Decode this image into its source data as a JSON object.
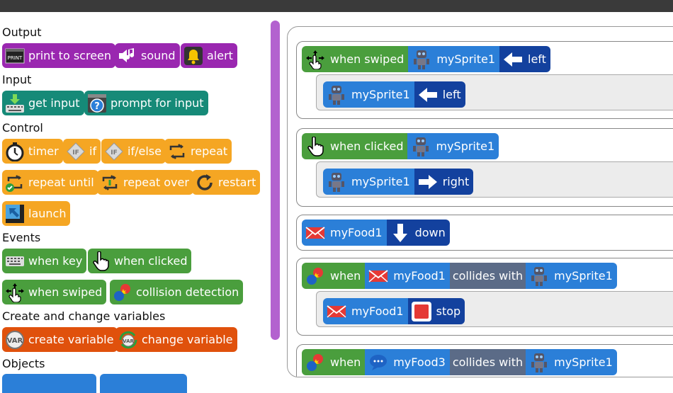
{
  "palette": {
    "categories": {
      "output": "Output",
      "input": "Input",
      "control": "Control",
      "events": "Events",
      "variables": "Create and change variables",
      "objects": "Objects"
    },
    "output": {
      "print": "print to screen",
      "sound": "sound",
      "alert": "alert"
    },
    "input": {
      "get_input": "get input",
      "prompt": "prompt for input"
    },
    "control": {
      "timer": "timer",
      "if": "if",
      "ifelse": "if/else",
      "repeat": "repeat",
      "repeat_until": "repeat until",
      "repeat_over": "repeat over",
      "restart": "restart",
      "launch": "launch"
    },
    "events": {
      "when_key": "when key",
      "when_clicked": "when clicked",
      "when_swiped": "when swiped",
      "collision": "collision detection"
    },
    "variables": {
      "create": "create variable",
      "change": "change variable"
    }
  },
  "scripts": {
    "s1": {
      "event": "when swiped",
      "sprite": "mySprite1",
      "dir": "left",
      "inner_sprite": "mySprite1",
      "inner_dir": "left"
    },
    "s2": {
      "event": "when clicked",
      "sprite": "mySprite1",
      "inner_sprite": "mySprite1",
      "inner_dir": "right"
    },
    "s3": {
      "sprite": "myFood1",
      "dir": "down"
    },
    "s4": {
      "event": "when",
      "obj": "myFood1",
      "collides": "collides with",
      "target": "mySprite1",
      "inner_obj": "myFood1",
      "inner_action": "stop"
    },
    "s5": {
      "event": "when",
      "obj": "myFood3",
      "collides": "collides with",
      "target": "mySprite1"
    }
  },
  "colors": {
    "output": "#9a27b0",
    "input": "#168a78",
    "control": "#f5a623",
    "events": "#4a9e3d",
    "variables": "#e0510c",
    "objects": "#2b7fd8",
    "direction": "#13419e"
  }
}
